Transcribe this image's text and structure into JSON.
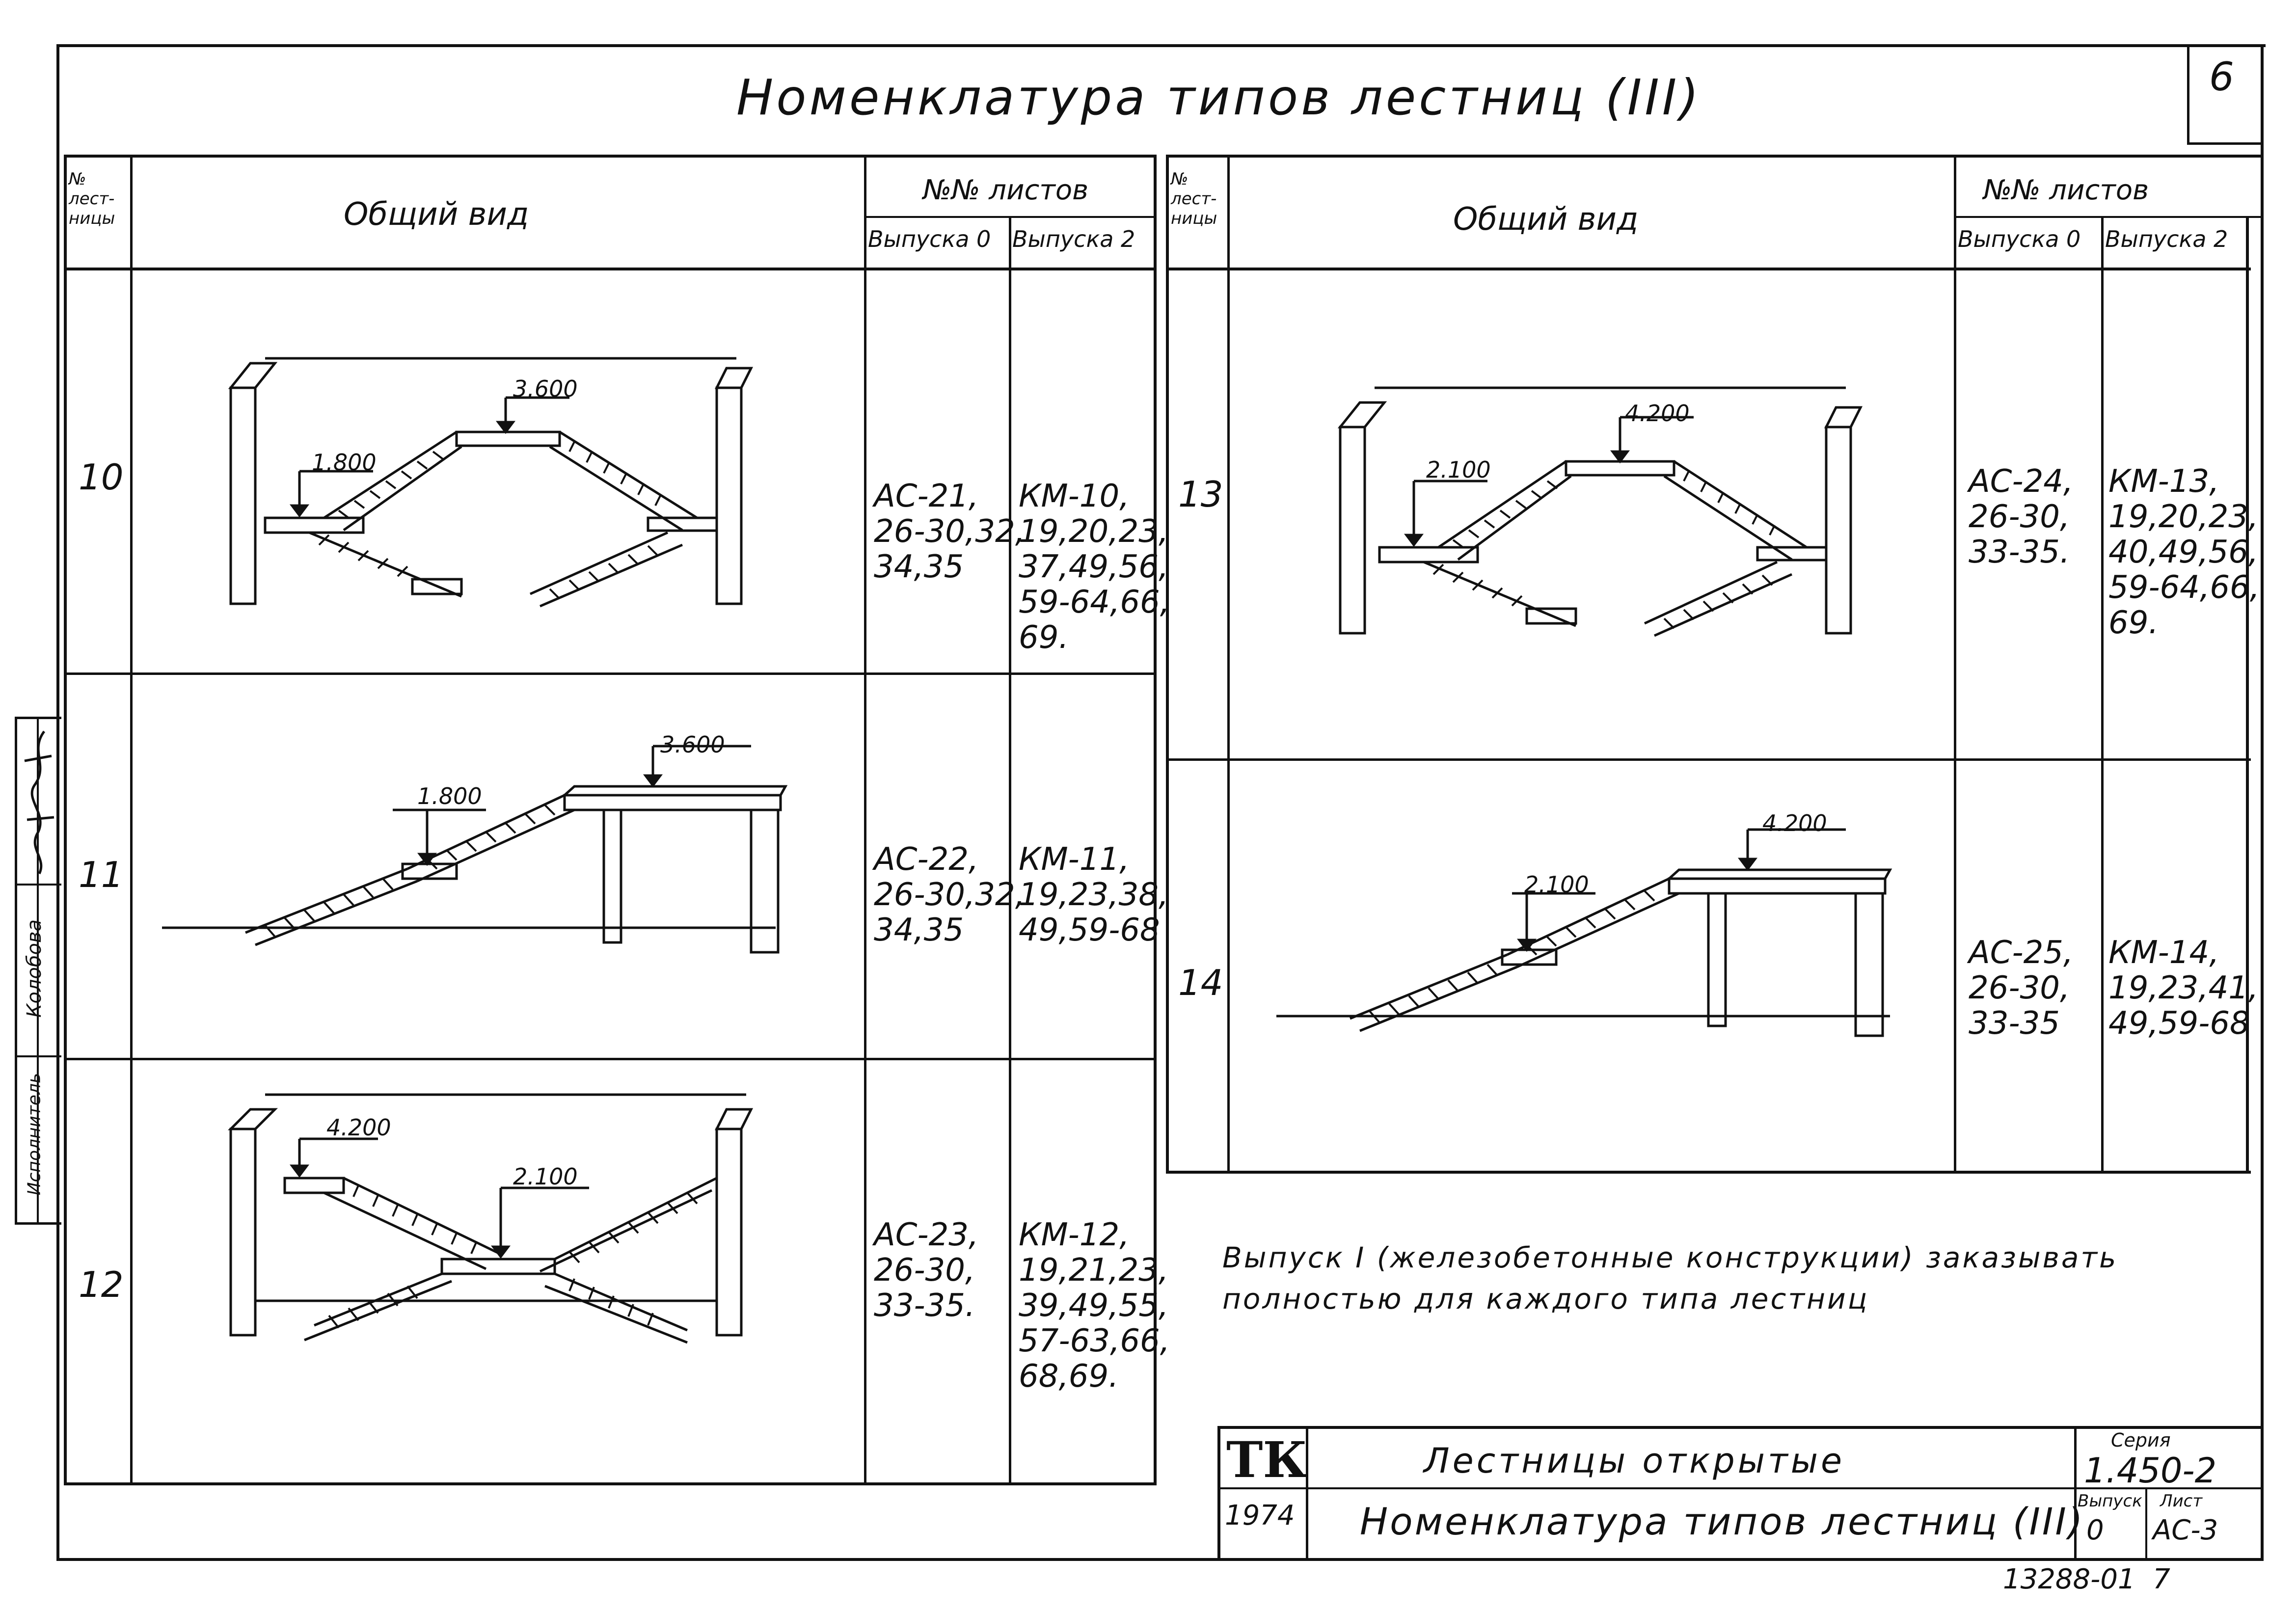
{
  "sheet": {
    "title": "Номенклатура типов лестниц (III)",
    "sheet_number": "6",
    "note": "Выпуск I (железобетонные конструкции) заказывать полностью для каждого типа лестниц"
  },
  "left_table": {
    "col_num": "№ лест-ницы",
    "col_view": "Общий вид",
    "col_sheets": "№№ листов",
    "col_issue0": "Выпуска 0",
    "col_issue2": "Выпуска 2",
    "rows": [
      {
        "num": "10",
        "issue0": "АС-21,\n26-30,32,\n34,35",
        "issue2": "КМ-10,\n19,20,23,\n37,49,56,\n59-64,66,\n69.",
        "marks": [
          "3.600",
          "1.800"
        ]
      },
      {
        "num": "11",
        "issue0": "АС-22,\n26-30,32,\n34,35",
        "issue2": "КМ-11,\n19,23,38,\n49,59-68",
        "marks": [
          "3.600",
          "1.800"
        ]
      },
      {
        "num": "12",
        "issue0": "АС-23,\n26-30,\n33-35.",
        "issue2": "КМ-12,\n19,21,23,\n39,49,55,\n57-63,66,\n68,69.",
        "marks": [
          "4.200",
          "2.100"
        ]
      }
    ]
  },
  "right_table": {
    "col_num": "№ лест-ницы",
    "col_view": "Общий вид",
    "col_sheets": "№№ листов",
    "col_issue0": "Выпуска 0",
    "col_issue2": "Выпуска 2",
    "rows": [
      {
        "num": "13",
        "issue0": "АС-24,\n26-30,\n33-35.",
        "issue2": "КМ-13,\n19,20,23,\n40,49,56,\n59-64,66,\n69.",
        "marks": [
          "4.200",
          "2.100"
        ]
      },
      {
        "num": "14",
        "issue0": "АС-25,\n26-30,\n33-35",
        "issue2": "КМ-14,\n19,23,41,\n49,59-68",
        "marks": [
          "4.200",
          "2.100"
        ]
      }
    ]
  },
  "stamp": {
    "logo": "ТК",
    "year": "1974",
    "line1": "Лестницы открытые",
    "line2": "Номенклатура типов лестниц (III)",
    "series_label": "Серия",
    "series_value": "1.450-2",
    "issue_label": "Выпуск",
    "issue_value": "0",
    "sheet_label": "Лист",
    "sheet_value": "АС-3",
    "doc_number": "13288-01  7"
  },
  "side_stamp": {
    "role": "Исполнитель",
    "name": "Колобова"
  }
}
